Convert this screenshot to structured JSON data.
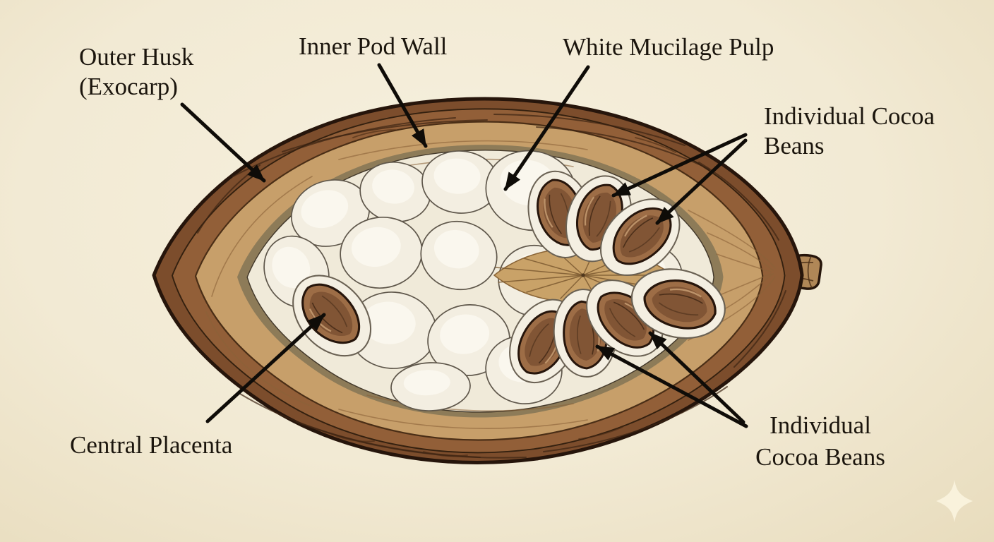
{
  "figure": {
    "title": "Cocoa pod longitudinal cross-section illustration",
    "style": "hand-drawn botanical diagram on parchment"
  },
  "labels": {
    "outer_husk": {
      "line1": "Outer Husk",
      "line2": "(Exocarp)"
    },
    "inner_pod_wall": {
      "line1": "Inner Pod Wall"
    },
    "white_mucilage_pulp": {
      "line1": "White Mucilage Pulp"
    },
    "individual_beans_top": {
      "line1": "Individual Cocoa",
      "line2": "Beans"
    },
    "central_placenta": {
      "line1": "Central Placenta"
    },
    "individual_beans_bottom": {
      "line1": "Individual",
      "line2": "Cocoa Beans"
    }
  },
  "icons": {
    "sparkle": "four-pointed-star-watermark"
  },
  "counts": {
    "beans_visible": 8,
    "arrows": 8
  },
  "colors": {
    "ink": "#0f0c08",
    "text": "#1b150d",
    "outline": "#26150b",
    "husk_dark": "#7c4d2c",
    "husk_mid": "#925f38",
    "wall_tan": "#c79f6a",
    "rim_olive": "#8d7b58",
    "pulp_base": "#f0ead9",
    "pulp_lobe": "#f3eee1",
    "pulp_hl": "#faf7ee",
    "socket": "#f4efe2",
    "bean": "#9d6d46",
    "bean_dark": "#7e5233",
    "bean_hl": "#c79e72",
    "placenta": "#c9a268",
    "placenta_line": "#7b5930",
    "stem": "#b08757",
    "sparkle": "#f9f2dc",
    "background": "#f2ead4"
  }
}
